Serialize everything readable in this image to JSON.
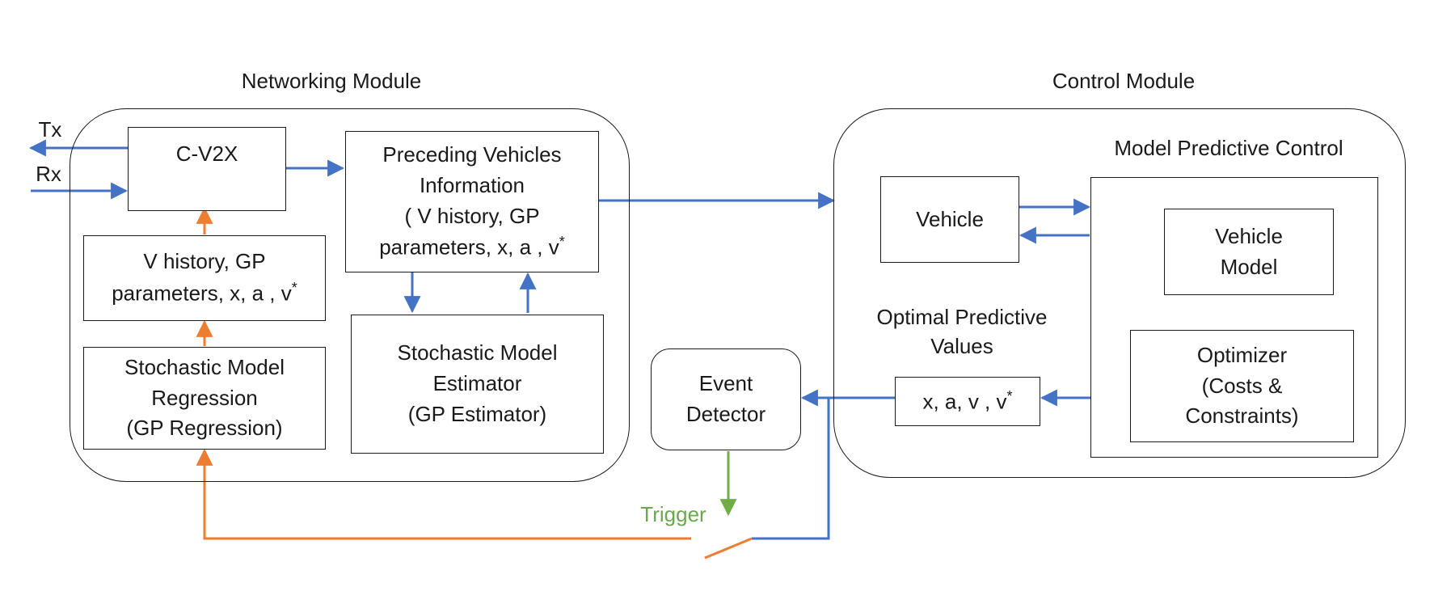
{
  "networking": {
    "title": "Networking Module",
    "tx": "Tx",
    "rx": "Rx",
    "cv2x": "C-V2X",
    "wifi_icon": "wifi-icon",
    "vhist_line1": "V history, GP",
    "vhist_line2": "parameters, x, a , v",
    "vhist_sup": "*",
    "regression_line1": "Stochastic Model",
    "regression_line2": "Regression",
    "regression_line3": "(GP Regression)",
    "preceding_line1": "Preceding Vehicles",
    "preceding_line2": "Information",
    "preceding_line3": "( V history, GP",
    "preceding_line4": "parameters, x, a , v",
    "preceding_sup": "*",
    "estimator_line1": "Stochastic Model",
    "estimator_line2": "Estimator",
    "estimator_line3": "(GP Estimator)"
  },
  "control": {
    "title": "Control Module",
    "mpc_title": "Model Predictive Control",
    "vehicle": "Vehicle",
    "vehicle_model_line1": "Vehicle",
    "vehicle_model_line2": "Model",
    "optimal_line1": "Optimal Predictive",
    "optimal_line2": "Values",
    "values_box": "x, a, v , v",
    "values_sup": "*",
    "optimizer_line1": "Optimizer",
    "optimizer_line2": "(Costs &",
    "optimizer_line3": "Constraints)"
  },
  "event": {
    "line1": "Event",
    "line2": "Detector",
    "trigger": "Trigger"
  },
  "colors": {
    "blue": "#4472c4",
    "orange": "#ed7d31",
    "green": "#70ad47",
    "outline": "#1a1a1a"
  }
}
